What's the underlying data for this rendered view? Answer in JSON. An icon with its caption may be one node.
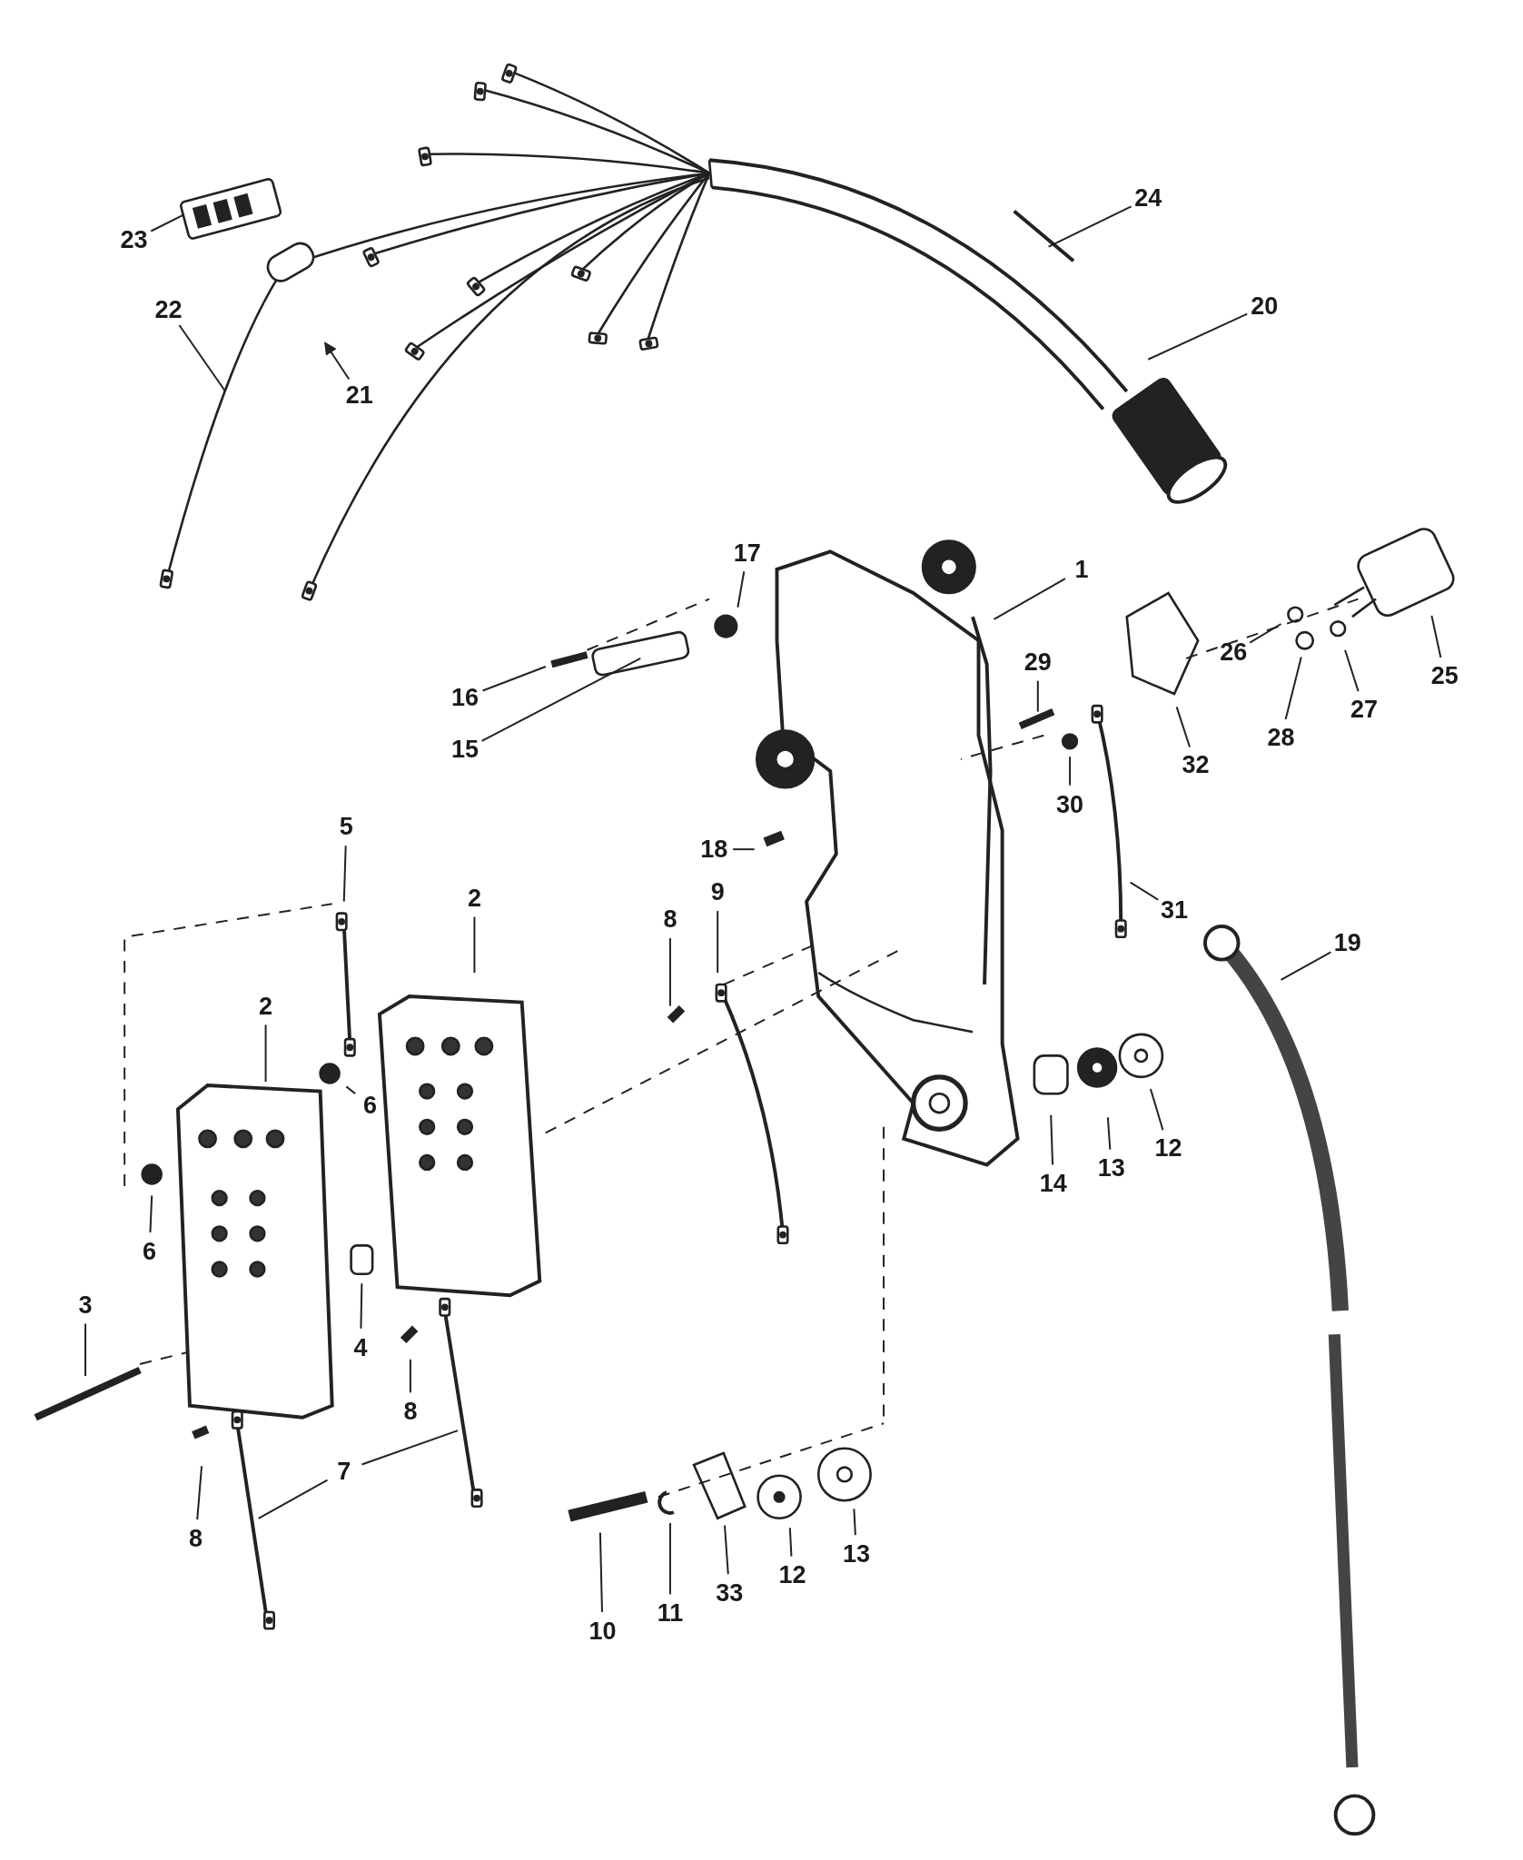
{
  "diagram": {
    "nodes": [
      {
        "text": [
          "1"
        ]
      },
      {
        "text": [
          "17"
        ]
      },
      {
        "text": [
          "16"
        ]
      },
      {
        "text": [
          "15"
        ]
      },
      {
        "text": [
          "29"
        ]
      },
      {
        "text": [
          "30"
        ]
      },
      {
        "text": [
          "32"
        ]
      },
      {
        "text": [
          "26"
        ]
      },
      {
        "text": [
          "28"
        ]
      },
      {
        "text": [
          "27"
        ]
      },
      {
        "text": [
          "25"
        ]
      },
      {
        "text": [
          "18"
        ]
      },
      {
        "text": [
          "31"
        ]
      },
      {
        "text": [
          "19"
        ]
      },
      {
        "text": [
          "5"
        ]
      },
      {
        "text": [
          "2"
        ]
      },
      {
        "text": [
          "8"
        ]
      },
      {
        "text": [
          "9"
        ]
      },
      {
        "text": [
          "6"
        ]
      },
      {
        "text": [
          "2"
        ]
      },
      {
        "text": [
          "6"
        ]
      },
      {
        "text": [
          "12"
        ]
      },
      {
        "text": [
          "13"
        ]
      },
      {
        "text": [
          "14"
        ]
      },
      {
        "text": [
          "3"
        ]
      },
      {
        "text": [
          "4"
        ]
      },
      {
        "text": [
          "8"
        ]
      },
      {
        "text": [
          "7"
        ]
      },
      {
        "text": [
          "8"
        ]
      },
      {
        "text": [
          "10"
        ]
      },
      {
        "text": [
          "11"
        ]
      },
      {
        "text": [
          "33"
        ]
      },
      {
        "text": [
          "12"
        ]
      },
      {
        "text": [
          "13"
        ]
      },
      {
        "text": [
          "24"
        ]
      },
      {
        "text": [
          "20"
        ]
      },
      {
        "text": [
          "23"
        ]
      },
      {
        "text": [
          "22"
        ]
      },
      {
        "text": [
          "21"
        ]
      }
    ],
    "edges": [
      {
        "from": 0,
        "to": null,
        "arrow": "none"
      },
      {
        "from": 1,
        "to": null,
        "arrow": "none"
      },
      {
        "from": 2,
        "to": null,
        "arrow": "none"
      },
      {
        "from": 3,
        "to": null,
        "arrow": "none"
      },
      {
        "from": 4,
        "to": null,
        "arrow": "none"
      },
      {
        "from": 5,
        "to": null,
        "arrow": "none"
      },
      {
        "from": 6,
        "to": null,
        "arrow": "none"
      },
      {
        "from": 7,
        "to": null,
        "arrow": "none"
      },
      {
        "from": 8,
        "to": null,
        "arrow": "none"
      },
      {
        "from": 9,
        "to": null,
        "arrow": "none"
      },
      {
        "from": 10,
        "to": null,
        "arrow": "none"
      },
      {
        "from": 11,
        "to": null,
        "arrow": "none"
      },
      {
        "from": 12,
        "to": null,
        "arrow": "none"
      },
      {
        "from": 13,
        "to": null,
        "arrow": "none"
      },
      {
        "from": 14,
        "to": null,
        "arrow": "none"
      },
      {
        "from": 15,
        "to": null,
        "arrow": "none"
      },
      {
        "from": 16,
        "to": null,
        "arrow": "none"
      },
      {
        "from": 17,
        "to": null,
        "arrow": "none"
      },
      {
        "from": 18,
        "to": null,
        "arrow": "none"
      },
      {
        "from": 19,
        "to": null,
        "arrow": "none"
      },
      {
        "from": 20,
        "to": null,
        "arrow": "none"
      },
      {
        "from": 21,
        "to": null,
        "arrow": "none"
      },
      {
        "from": 22,
        "to": null,
        "arrow": "none"
      },
      {
        "from": 23,
        "to": null,
        "arrow": "none"
      },
      {
        "from": 24,
        "to": null,
        "arrow": "none"
      },
      {
        "from": 25,
        "to": null,
        "arrow": "none"
      },
      {
        "from": 26,
        "to": null,
        "arrow": "none"
      },
      {
        "from": 27,
        "to": null,
        "arrow": "none"
      },
      {
        "from": 27,
        "to": null,
        "arrow": "none"
      },
      {
        "from": 28,
        "to": null,
        "arrow": "none"
      },
      {
        "from": 29,
        "to": null,
        "arrow": "none"
      },
      {
        "from": 30,
        "to": null,
        "arrow": "none"
      },
      {
        "from": 31,
        "to": null,
        "arrow": "none"
      },
      {
        "from": 32,
        "to": null,
        "arrow": "none"
      },
      {
        "from": 33,
        "to": null,
        "arrow": "none"
      },
      {
        "from": 34,
        "to": null,
        "arrow": "none"
      },
      {
        "from": 35,
        "to": null,
        "arrow": "none"
      },
      {
        "from": 36,
        "to": null,
        "arrow": "none"
      },
      {
        "from": 37,
        "to": null,
        "arrow": "none"
      },
      {
        "from": 38,
        "to": null,
        "arrow": "to"
      }
    ]
  }
}
